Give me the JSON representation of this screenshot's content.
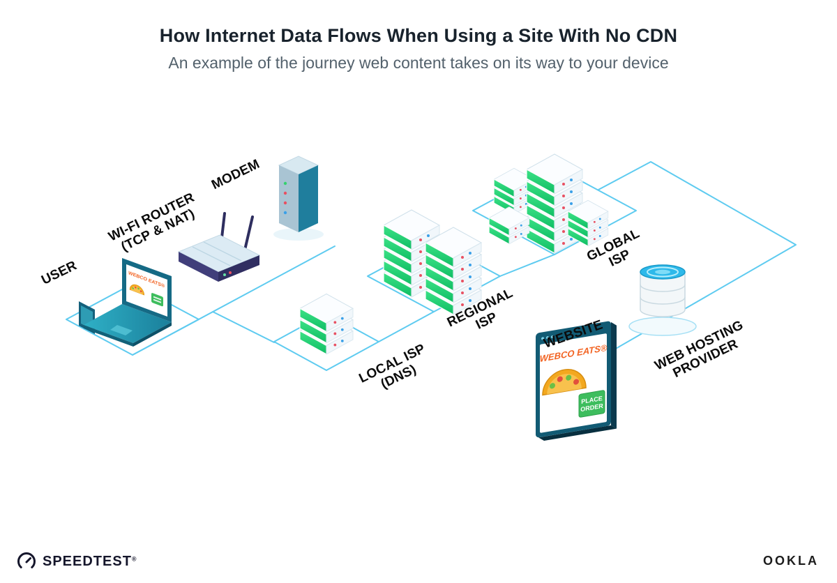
{
  "header": {
    "title": "How Internet Data Flows When Using a Site With No CDN",
    "subtitle": "An example of the journey web content takes on its way to your device"
  },
  "nodes": {
    "user": {
      "label": "USER"
    },
    "wifi_router": {
      "line1": "WI-FI ROUTER",
      "line2": "(TCP & NAT)"
    },
    "modem": {
      "label": "MODEM"
    },
    "local_isp": {
      "line1": "LOCAL ISP",
      "line2": "(DNS)"
    },
    "regional_isp": {
      "line1": "REGIONAL",
      "line2": "ISP"
    },
    "global_isp": {
      "line1": "GLOBAL",
      "line2": "ISP"
    },
    "website": {
      "label": "WEBSITE"
    },
    "web_hosting": {
      "line1": "WEB HOSTING",
      "line2": "PROVIDER"
    }
  },
  "website_screen": {
    "brand": "WEBCO EATS®",
    "order_line1": "PLACE",
    "order_line2": "ORDER"
  },
  "footer": {
    "speedtest": "SPEEDTEST",
    "speedtest_reg": "®",
    "ookla": "OOKLA"
  },
  "colors": {
    "connection_line": "#5ecbf0",
    "teal_device": "#156a85",
    "server_green": "#1fce6d",
    "brand_orange": "#f26322",
    "badge_green": "#3dbd5d",
    "label_ink": "#0b0b0b"
  }
}
